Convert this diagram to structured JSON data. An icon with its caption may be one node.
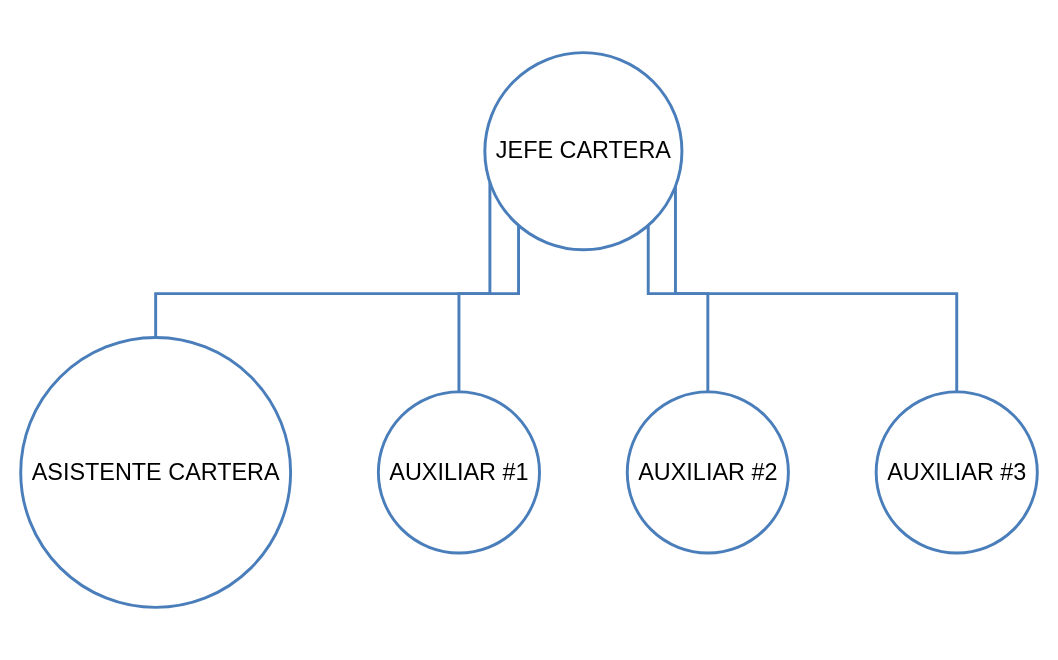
{
  "diagram": {
    "nodes": [
      {
        "text": [
          "JEFE CARTERA"
        ]
      },
      {
        "text": [
          "ASISTENTE CARTERA"
        ]
      },
      {
        "text": [
          "AUXILIAR #1"
        ]
      },
      {
        "text": [
          "AUXILIAR #2"
        ]
      },
      {
        "text": [
          "AUXILIAR #3"
        ]
      }
    ],
    "edges": [
      {
        "from": 0,
        "to": 1,
        "arrow": "none"
      },
      {
        "from": 0,
        "to": 2,
        "arrow": "none"
      },
      {
        "from": 0,
        "to": 3,
        "arrow": "none"
      },
      {
        "from": 0,
        "to": 4,
        "arrow": "none"
      }
    ]
  }
}
